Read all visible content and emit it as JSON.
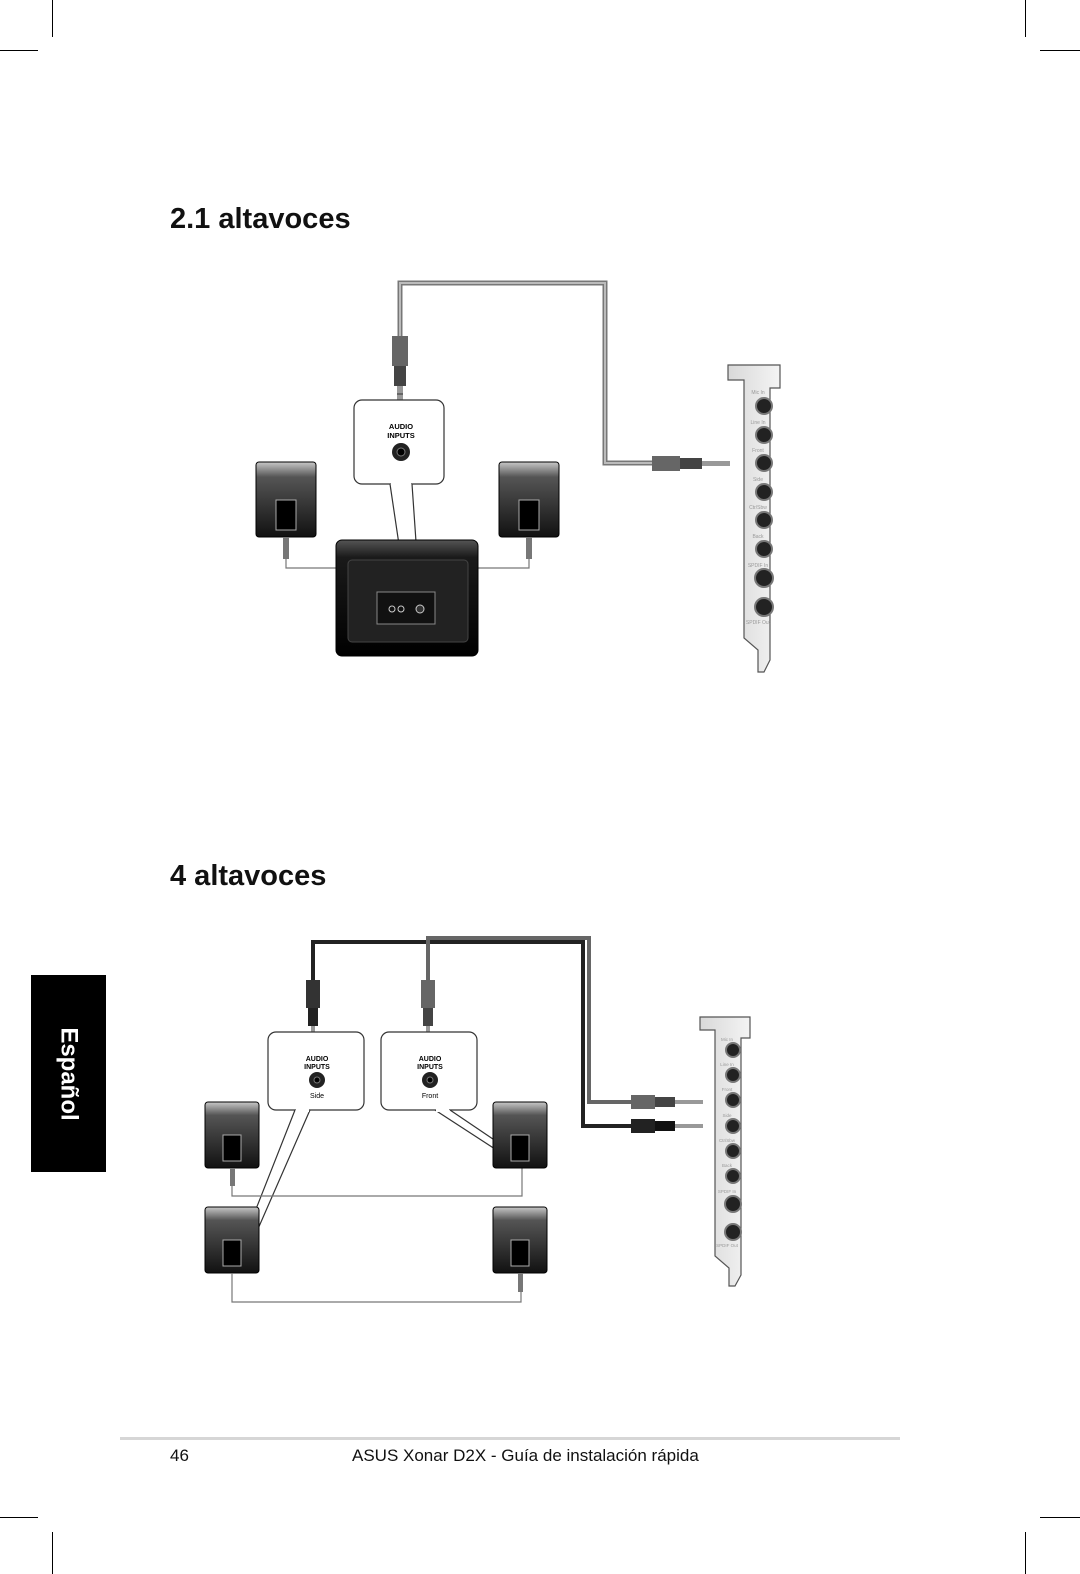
{
  "headings": {
    "section_21": "2.1 altavoces",
    "section_4": "4 altavoces"
  },
  "side_tab": "Español",
  "diagram_21": {
    "audio_inputs_line1": "AUDIO",
    "audio_inputs_line2": "INPUTS"
  },
  "diagram_4": {
    "box_side": {
      "line1": "AUDIO",
      "line2": "INPUTS",
      "caption": "Side"
    },
    "box_front": {
      "line1": "AUDIO",
      "line2": "INPUTS",
      "caption": "Front"
    }
  },
  "card_ports": [
    "Mic In",
    "Line In",
    "Front",
    "Side",
    "Ctr/Sbw",
    "Back",
    "SPDIF In",
    "SPDIF Out"
  ],
  "footer": {
    "page_number": "46",
    "title": "ASUS Xonar D2X - Guía de instalación rápida"
  }
}
